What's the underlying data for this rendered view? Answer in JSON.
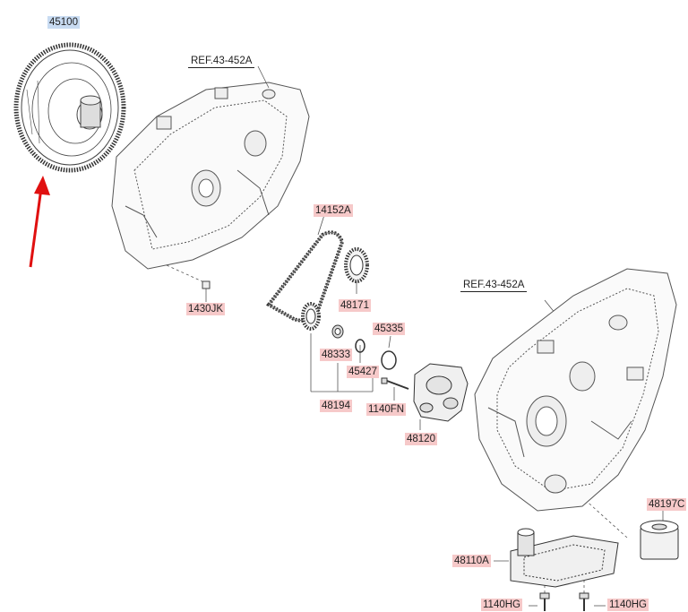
{
  "labels": {
    "p45100": "45100",
    "ref_top": "REF.43-452A",
    "p14152a": "14152A",
    "p1430jk": "1430JK",
    "p48171": "48171",
    "p45335": "45335",
    "p48333": "48333",
    "p45427": "45427",
    "p48194": "48194",
    "p1140fn": "1140FN",
    "p48120": "48120",
    "ref_right": "REF.43-452A",
    "p48197c": "48197C",
    "p48110a": "48110A",
    "p1140hg_left": "1140HG",
    "p1140hg_right": "1140HG"
  },
  "colors": {
    "part_highlight": "#f6c9c9",
    "selected_highlight": "#c8dbf2",
    "pointer_arrow": "#e01010",
    "line_art": "#555555"
  }
}
